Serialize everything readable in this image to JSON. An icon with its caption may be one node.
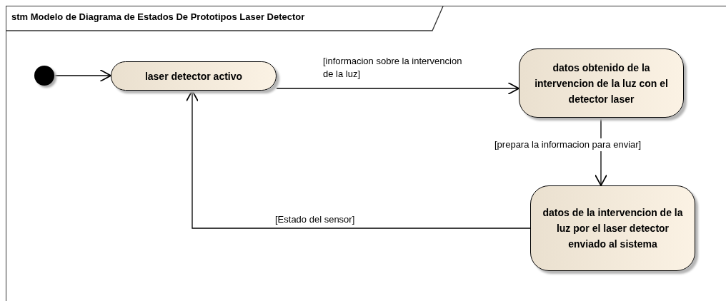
{
  "diagram": {
    "title": "stm Modelo de Diagrama de Estados De Prototipos Laser Detector",
    "nodes": [
      {
        "text": [],
        "shape": "circle"
      },
      {
        "text": [
          "laser detector activo"
        ]
      },
      {
        "text": [
          "datos obtenido de la intervencion de la luz con el detector laser"
        ]
      },
      {
        "text": [
          "datos de la intervencion de la luz por el laser detector enviado al sistema"
        ]
      }
    ],
    "edges": [
      {
        "from": 0,
        "to": 1,
        "arrow": "to"
      },
      {
        "from": 1,
        "to": 2,
        "arrow": "to",
        "label": "[informacion sobre la intervencion de la luz]"
      },
      {
        "from": 2,
        "to": 3,
        "arrow": "to",
        "label": "[prepara la informacion para enviar]"
      },
      {
        "from": 3,
        "to": 1,
        "arrow": "to",
        "label": "[Estado del sensor]"
      }
    ]
  }
}
